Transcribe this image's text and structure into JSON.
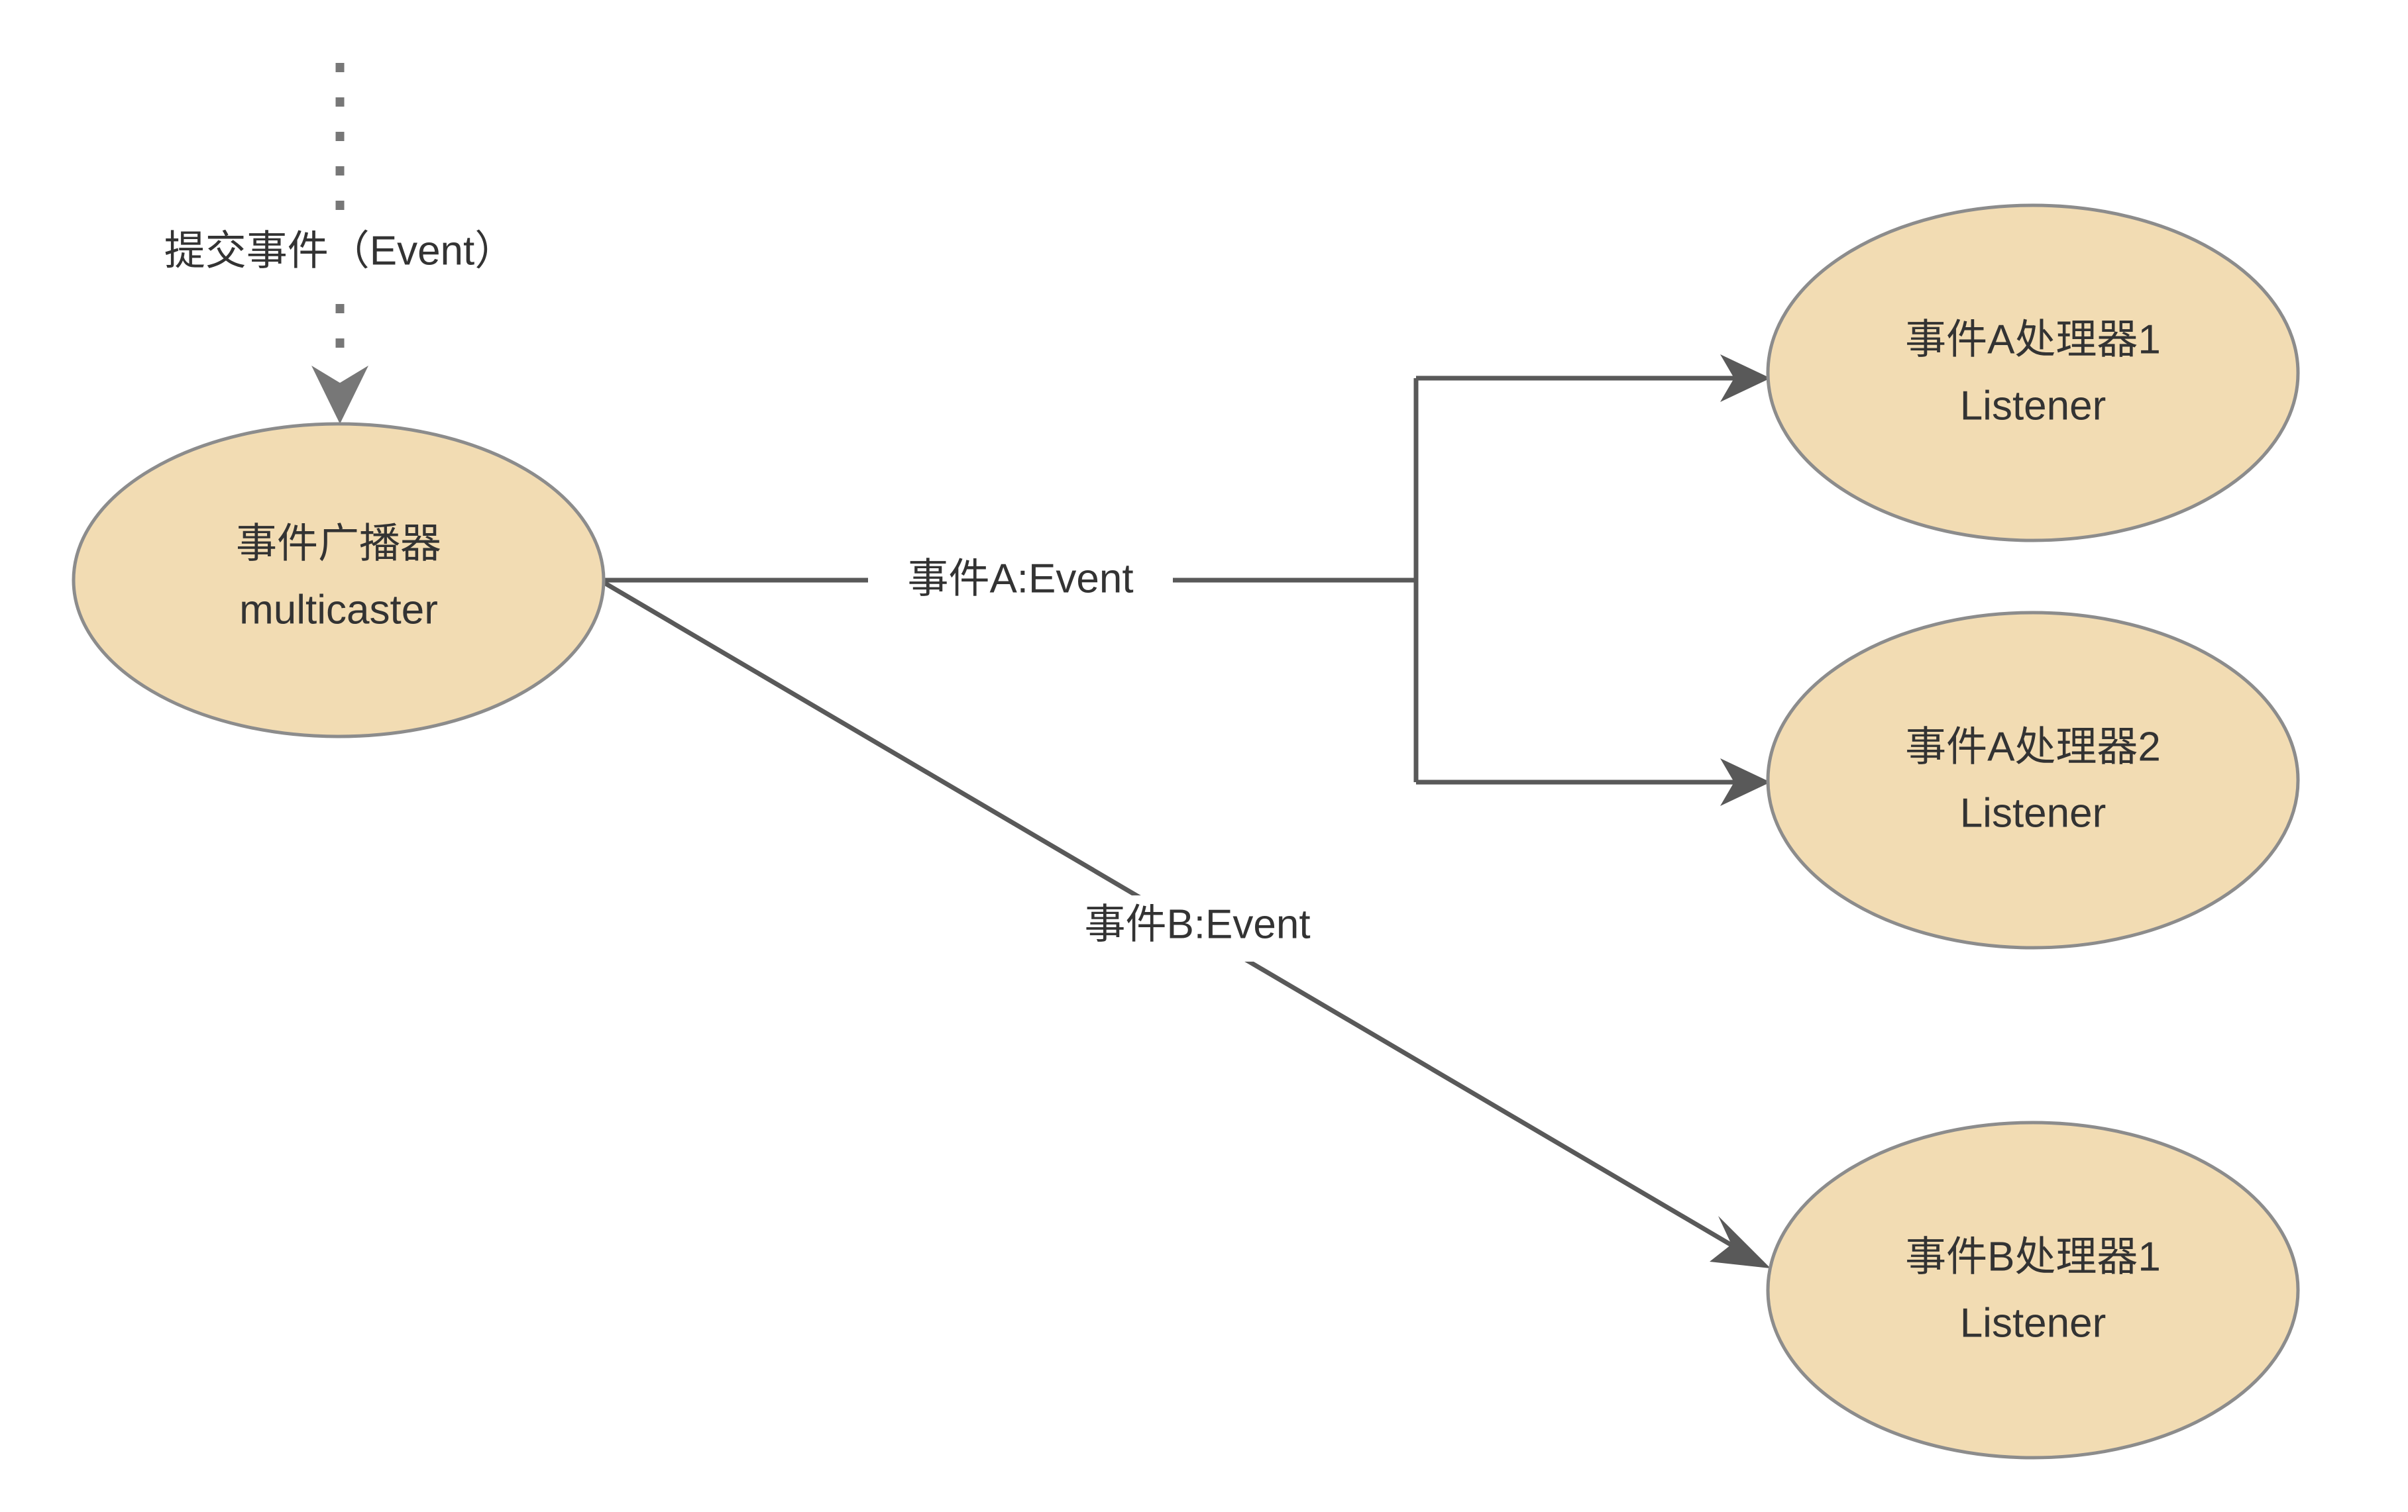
{
  "diagram": {
    "type": "flow-diagram",
    "background_color": "#ffffff",
    "node_fill_color": "#f2dcb3",
    "node_stroke_color": "#8c8c8c",
    "edge_color": "#595959",
    "text_color": "#333333",
    "nodes": [
      {
        "id": "multicaster",
        "shape": "ellipse",
        "line1": "事件广播器",
        "line2": "multicaster"
      },
      {
        "id": "listener-a1",
        "shape": "ellipse",
        "line1": "事件A处理器1",
        "line2": "Listener"
      },
      {
        "id": "listener-a2",
        "shape": "ellipse",
        "line1": "事件A处理器2",
        "line2": "Listener"
      },
      {
        "id": "listener-b1",
        "shape": "ellipse",
        "line1": "事件B处理器1",
        "line2": "Listener"
      }
    ],
    "edges": [
      {
        "id": "submit-event",
        "label": "提交事件（Event）",
        "style": "dotted",
        "from": "",
        "to": "multicaster"
      },
      {
        "id": "event-a",
        "label": "事件A:Event",
        "style": "solid",
        "from": "multicaster",
        "to": "listener-a1, listener-a2"
      },
      {
        "id": "event-b",
        "label": "事件B:Event",
        "style": "solid",
        "from": "multicaster",
        "to": "listener-b1"
      }
    ]
  }
}
